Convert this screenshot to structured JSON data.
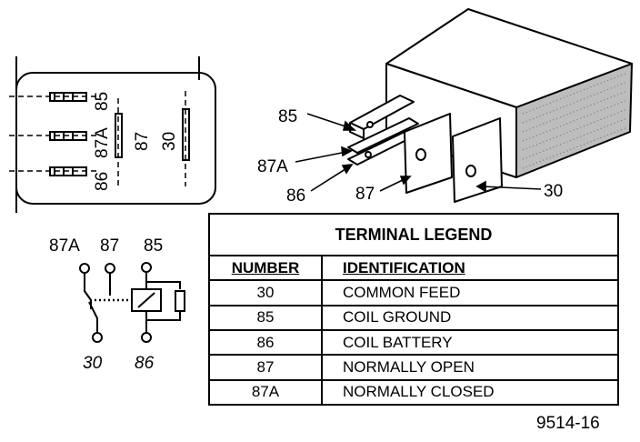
{
  "diagram": {
    "socket_view": {
      "labels": [
        "85",
        "87A",
        "86",
        "87",
        "30"
      ]
    },
    "relay_view": {
      "labels": [
        "85",
        "87A",
        "86",
        "87",
        "30"
      ]
    },
    "schematic": {
      "labels": [
        "87A",
        "87",
        "85",
        "30",
        "86"
      ]
    },
    "legend": {
      "title": "TERMINAL LEGEND",
      "header_number": "NUMBER",
      "header_identification": "IDENTIFICATION",
      "rows": [
        {
          "number": "30",
          "identification": "COMMON FEED"
        },
        {
          "number": "85",
          "identification": "COIL GROUND"
        },
        {
          "number": "86",
          "identification": "COIL BATTERY"
        },
        {
          "number": "87",
          "identification": "NORMALLY OPEN"
        },
        {
          "number": "87A",
          "identification": "NORMALLY CLOSED"
        }
      ]
    },
    "figure_number": "9514-16"
  }
}
